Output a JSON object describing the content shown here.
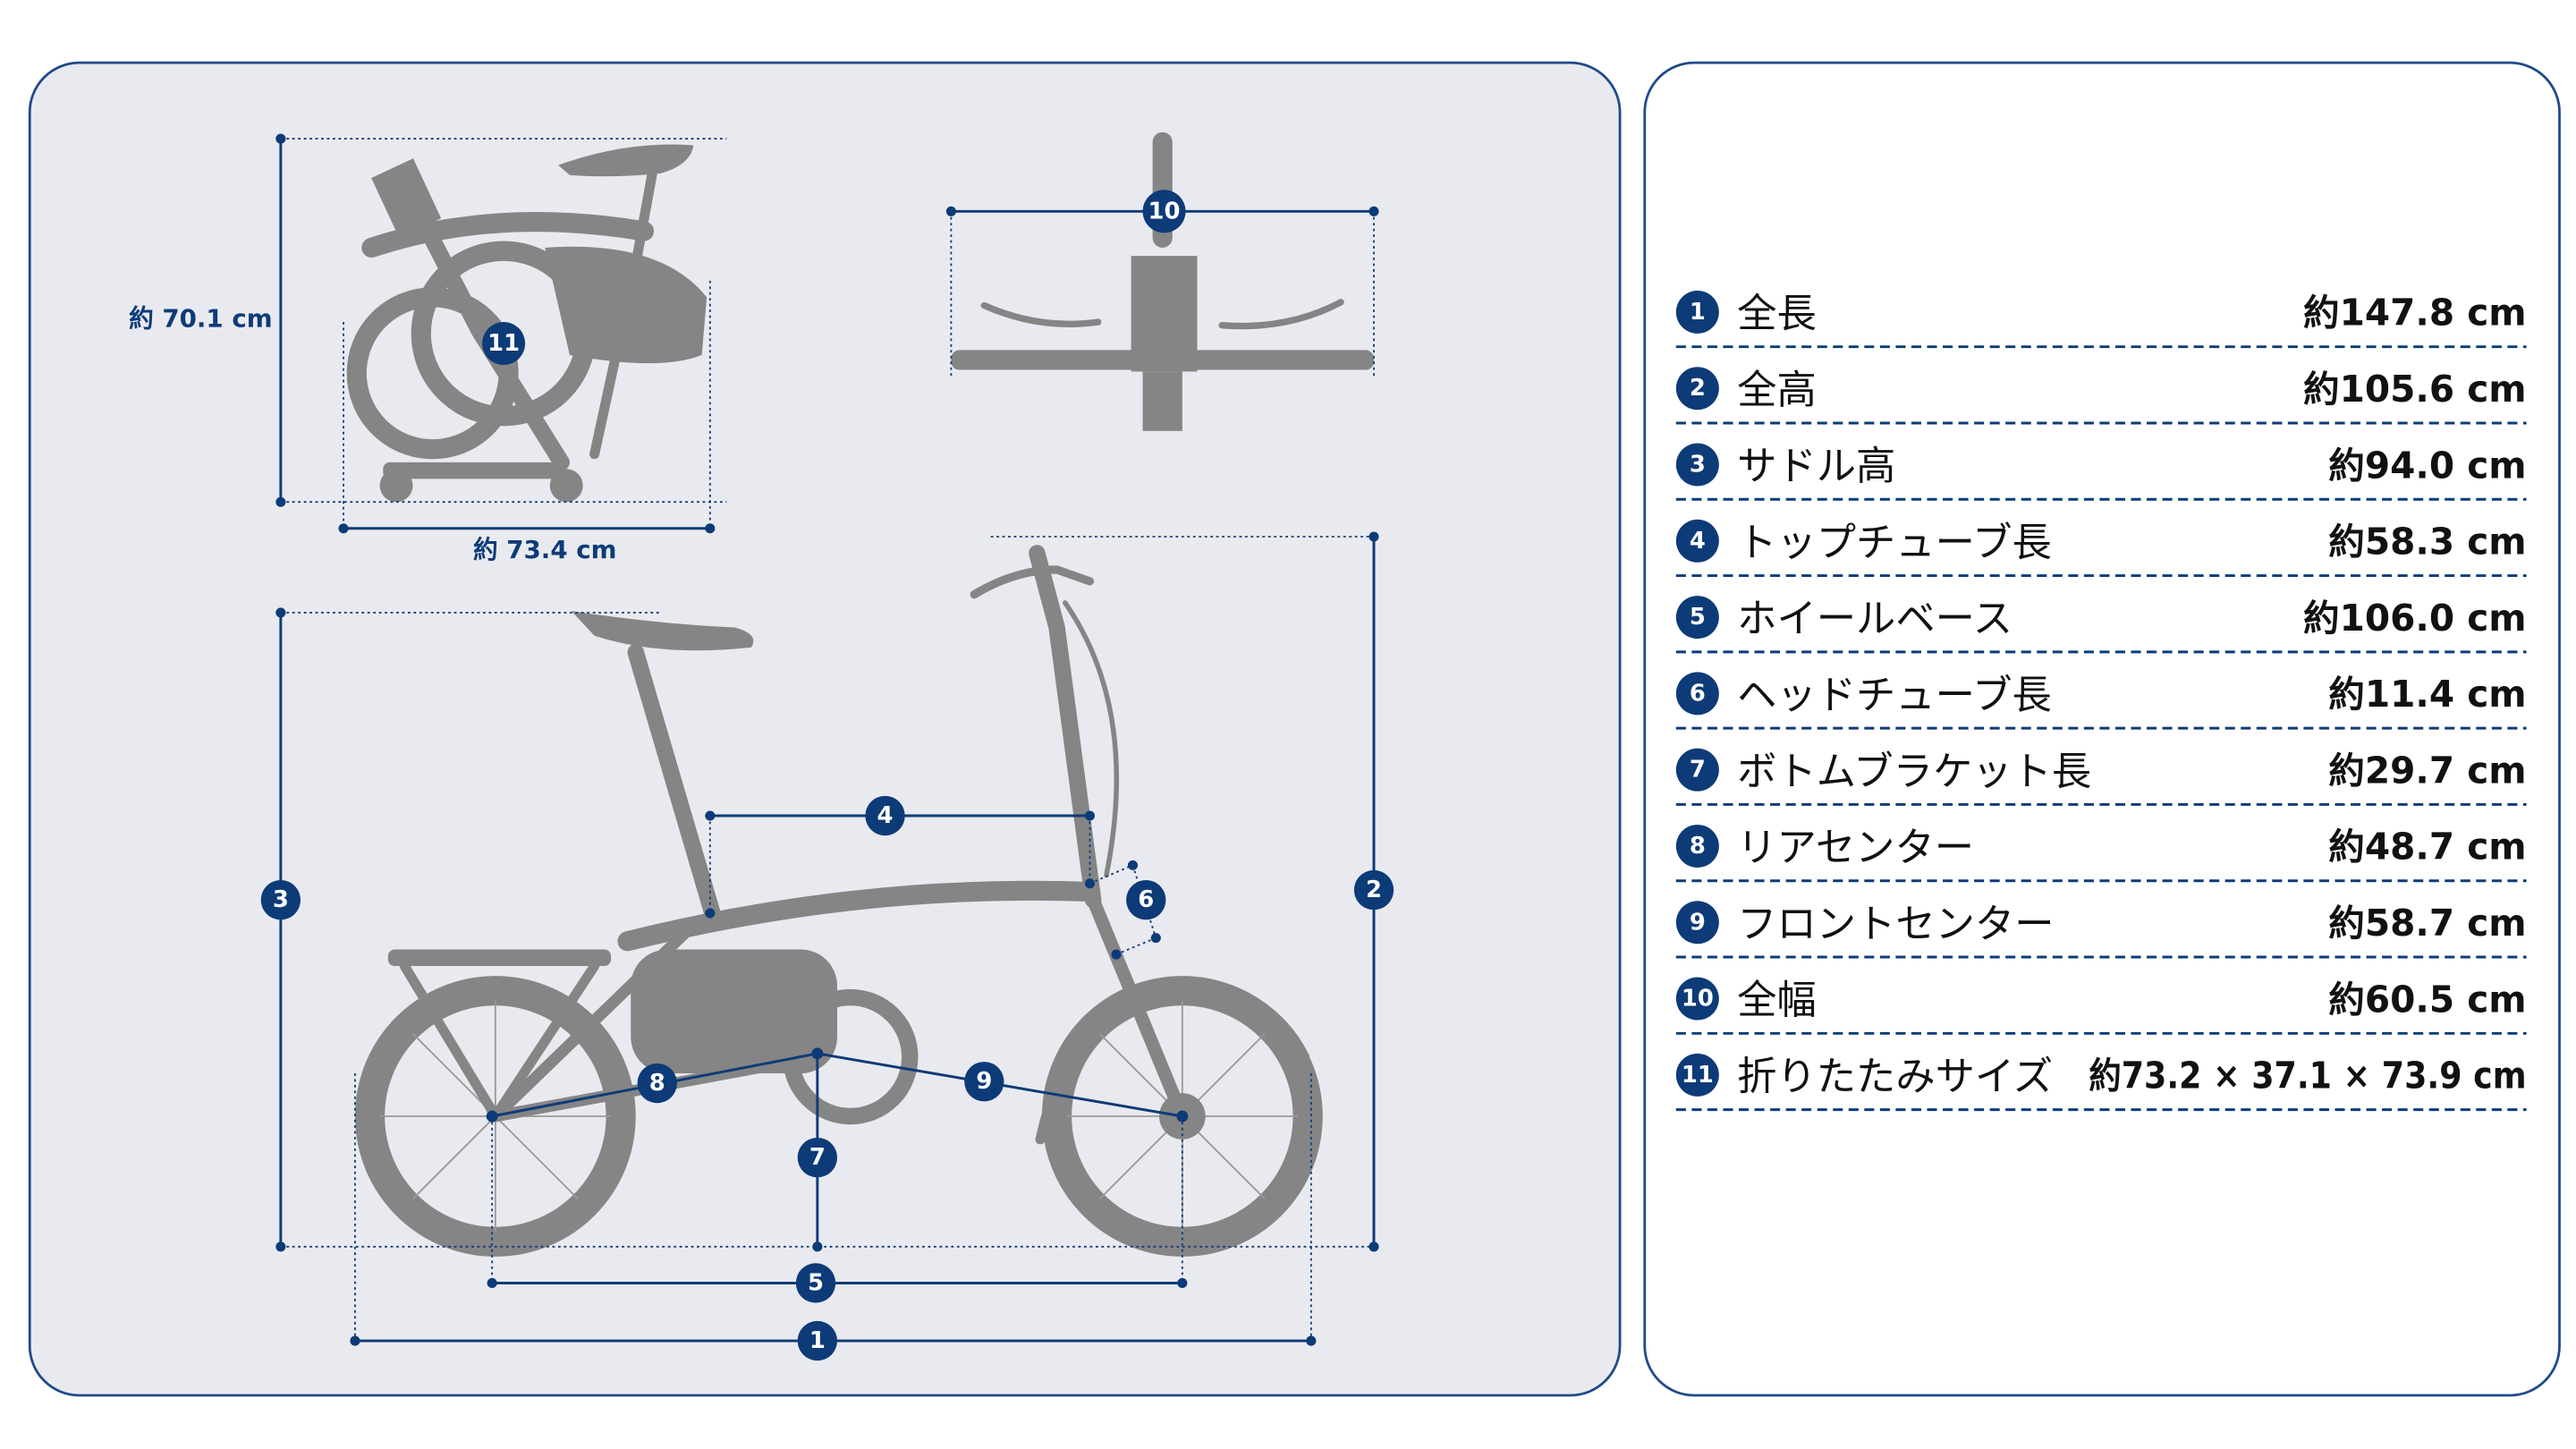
{
  "colors": {
    "navy": "#0d3b78",
    "panel_bg": "#e9eaef",
    "bike_grey": "#858585"
  },
  "folded": {
    "height_label": "約 70.1 cm",
    "width_label": "約 73.4 cm",
    "badge": "11"
  },
  "top_view": {
    "badge": "10"
  },
  "side_badges": [
    "1",
    "2",
    "3",
    "4",
    "5",
    "6",
    "7",
    "8",
    "9"
  ],
  "specs": [
    {
      "num": "1",
      "label": "全長",
      "value": "約147.8 cm"
    },
    {
      "num": "2",
      "label": "全高",
      "value": "約105.6 cm"
    },
    {
      "num": "3",
      "label": "サドル高",
      "value": "約94.0 cm"
    },
    {
      "num": "4",
      "label": "トップチューブ長",
      "value": "約58.3 cm"
    },
    {
      "num": "5",
      "label": "ホイールベース",
      "value": "約106.0 cm"
    },
    {
      "num": "6",
      "label": "ヘッドチューブ長",
      "value": "約11.4 cm"
    },
    {
      "num": "7",
      "label": "ボトムブラケット長",
      "value": "約29.7 cm"
    },
    {
      "num": "8",
      "label": "リアセンター",
      "value": "約48.7 cm"
    },
    {
      "num": "9",
      "label": "フロントセンター",
      "value": "約58.7 cm"
    },
    {
      "num": "10",
      "label": "全幅",
      "value": "約60.5 cm"
    },
    {
      "num": "11",
      "label": "折りたたみサイズ",
      "value": "約73.2 × 37.1 × 73.9 cm"
    }
  ]
}
